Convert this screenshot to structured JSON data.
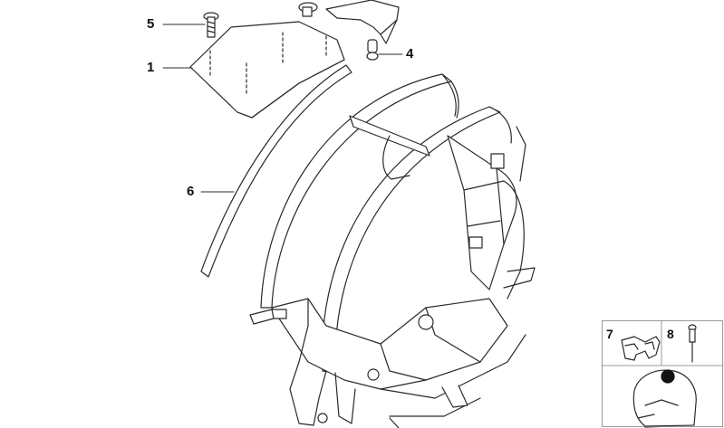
{
  "callouts": {
    "c1": "1",
    "c4": "4",
    "c5": "5",
    "c6": "6"
  },
  "detail_panel": {
    "label_7": "7",
    "label_8": "8"
  },
  "colors": {
    "line": "#2a2a2a",
    "panel_border": "#9a9a9a",
    "shade": "#e6e6e6"
  }
}
